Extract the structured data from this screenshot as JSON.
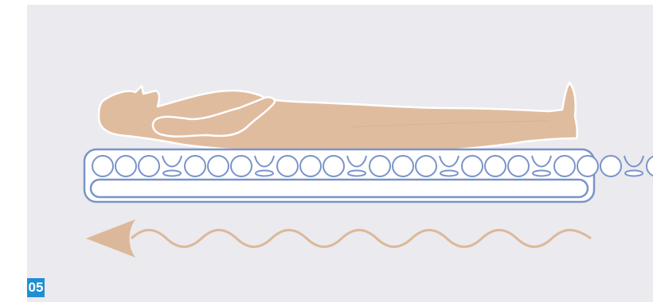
{
  "badge": {
    "step_number": "05"
  },
  "colors": {
    "background": "#ebeaee",
    "body": "#e0bc9e",
    "body_outline": "#ffffff",
    "mattress_fill": "#ffffff",
    "mattress_outline": "#7a93c9",
    "wave_arrow": "#dcb89a",
    "badge": "#1e8fd2"
  },
  "mattress": {
    "cells_per_group": 3,
    "group_count": 7,
    "single_cell_lead": true
  },
  "icons": [
    "person-lying-figure",
    "air-mattress",
    "wave-arrow-left-icon"
  ]
}
